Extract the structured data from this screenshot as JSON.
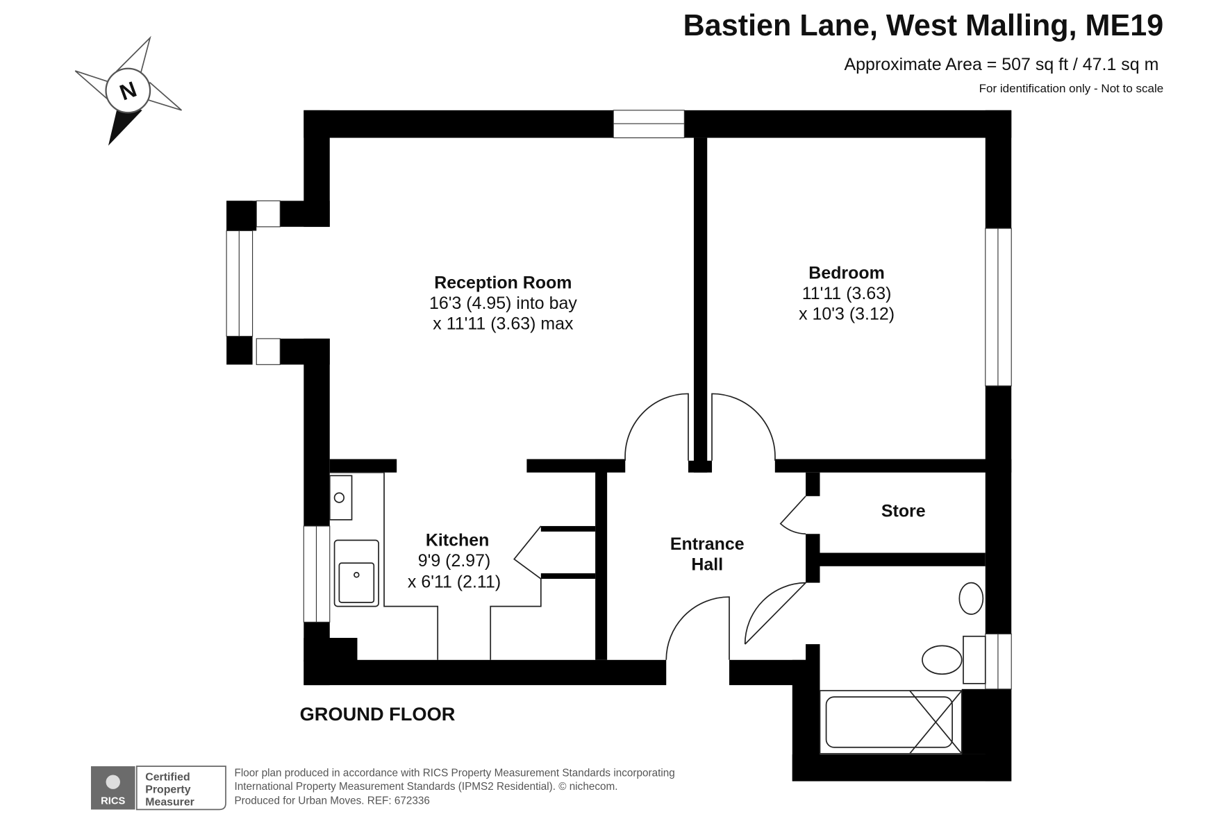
{
  "header": {
    "title": "Bastien Lane, West Malling, ME19",
    "area": "Approximate Area = 507 sq ft / 47.1 sq m",
    "disclaimer": "For identification only - Not to scale"
  },
  "compass": {
    "label": "N"
  },
  "rooms": {
    "reception": {
      "name": "Reception Room",
      "dim1": "16'3 (4.95) into bay",
      "dim2": "x 11'11 (3.63) max"
    },
    "bedroom": {
      "name": "Bedroom",
      "dim1": "11'11 (3.63)",
      "dim2": "x 10'3 (3.12)"
    },
    "kitchen": {
      "name": "Kitchen",
      "dim1": "9'9 (2.97)",
      "dim2": "x 6'11 (2.11)"
    },
    "hall": {
      "name1": "Entrance",
      "name2": "Hall"
    },
    "store": {
      "name": "Store"
    }
  },
  "floor_label": "GROUND FLOOR",
  "footer": {
    "badge_logo": "RICS",
    "badge_line1": "Certified",
    "badge_line2": "Property",
    "badge_line3": "Measurer",
    "line1": "Floor plan produced in accordance with RICS Property Measurement Standards incorporating",
    "line2": "International Property Measurement Standards (IPMS2 Residential).   © nichecom.",
    "line3": "Produced for Urban Moves.   REF:  672336"
  }
}
